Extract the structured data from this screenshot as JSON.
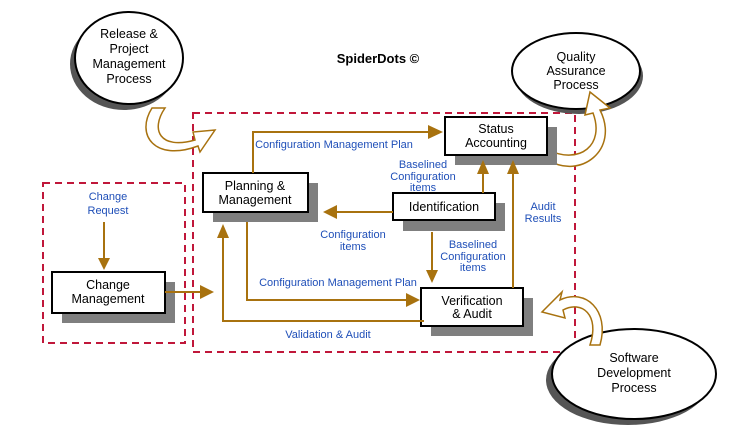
{
  "title": "SpiderDots ©",
  "colors": {
    "arrow": "#a8720f",
    "label": "#1f4fb8",
    "boundary": "#c0173a",
    "shadow": "#7f7f7f"
  },
  "ellipses": {
    "release": [
      "Release &",
      "Project",
      "Management",
      "Process"
    ],
    "quality": [
      "Quality",
      "Assurance",
      "Process"
    ],
    "software": [
      "Software",
      "Development",
      "Process"
    ]
  },
  "boxes": {
    "status": [
      "Status",
      "Accounting"
    ],
    "planning": [
      "Planning &",
      "Management"
    ],
    "identification": [
      "Identification"
    ],
    "change": [
      "Change",
      "Management"
    ],
    "verification": [
      "Verification",
      "& Audit"
    ]
  },
  "labels": {
    "change_request": [
      "Change",
      "Request"
    ],
    "cmp_top": "Configuration Management Plan",
    "cmp_bottom": "Configuration Management Plan",
    "baselined_top": [
      "Baselined",
      "Configuration",
      "items"
    ],
    "baselined_mid": [
      "Baselined",
      "Configuration",
      "items"
    ],
    "config_items": [
      "Configuration",
      "items"
    ],
    "audit_results": [
      "Audit",
      "Results"
    ],
    "validation": "Validation & Audit"
  }
}
